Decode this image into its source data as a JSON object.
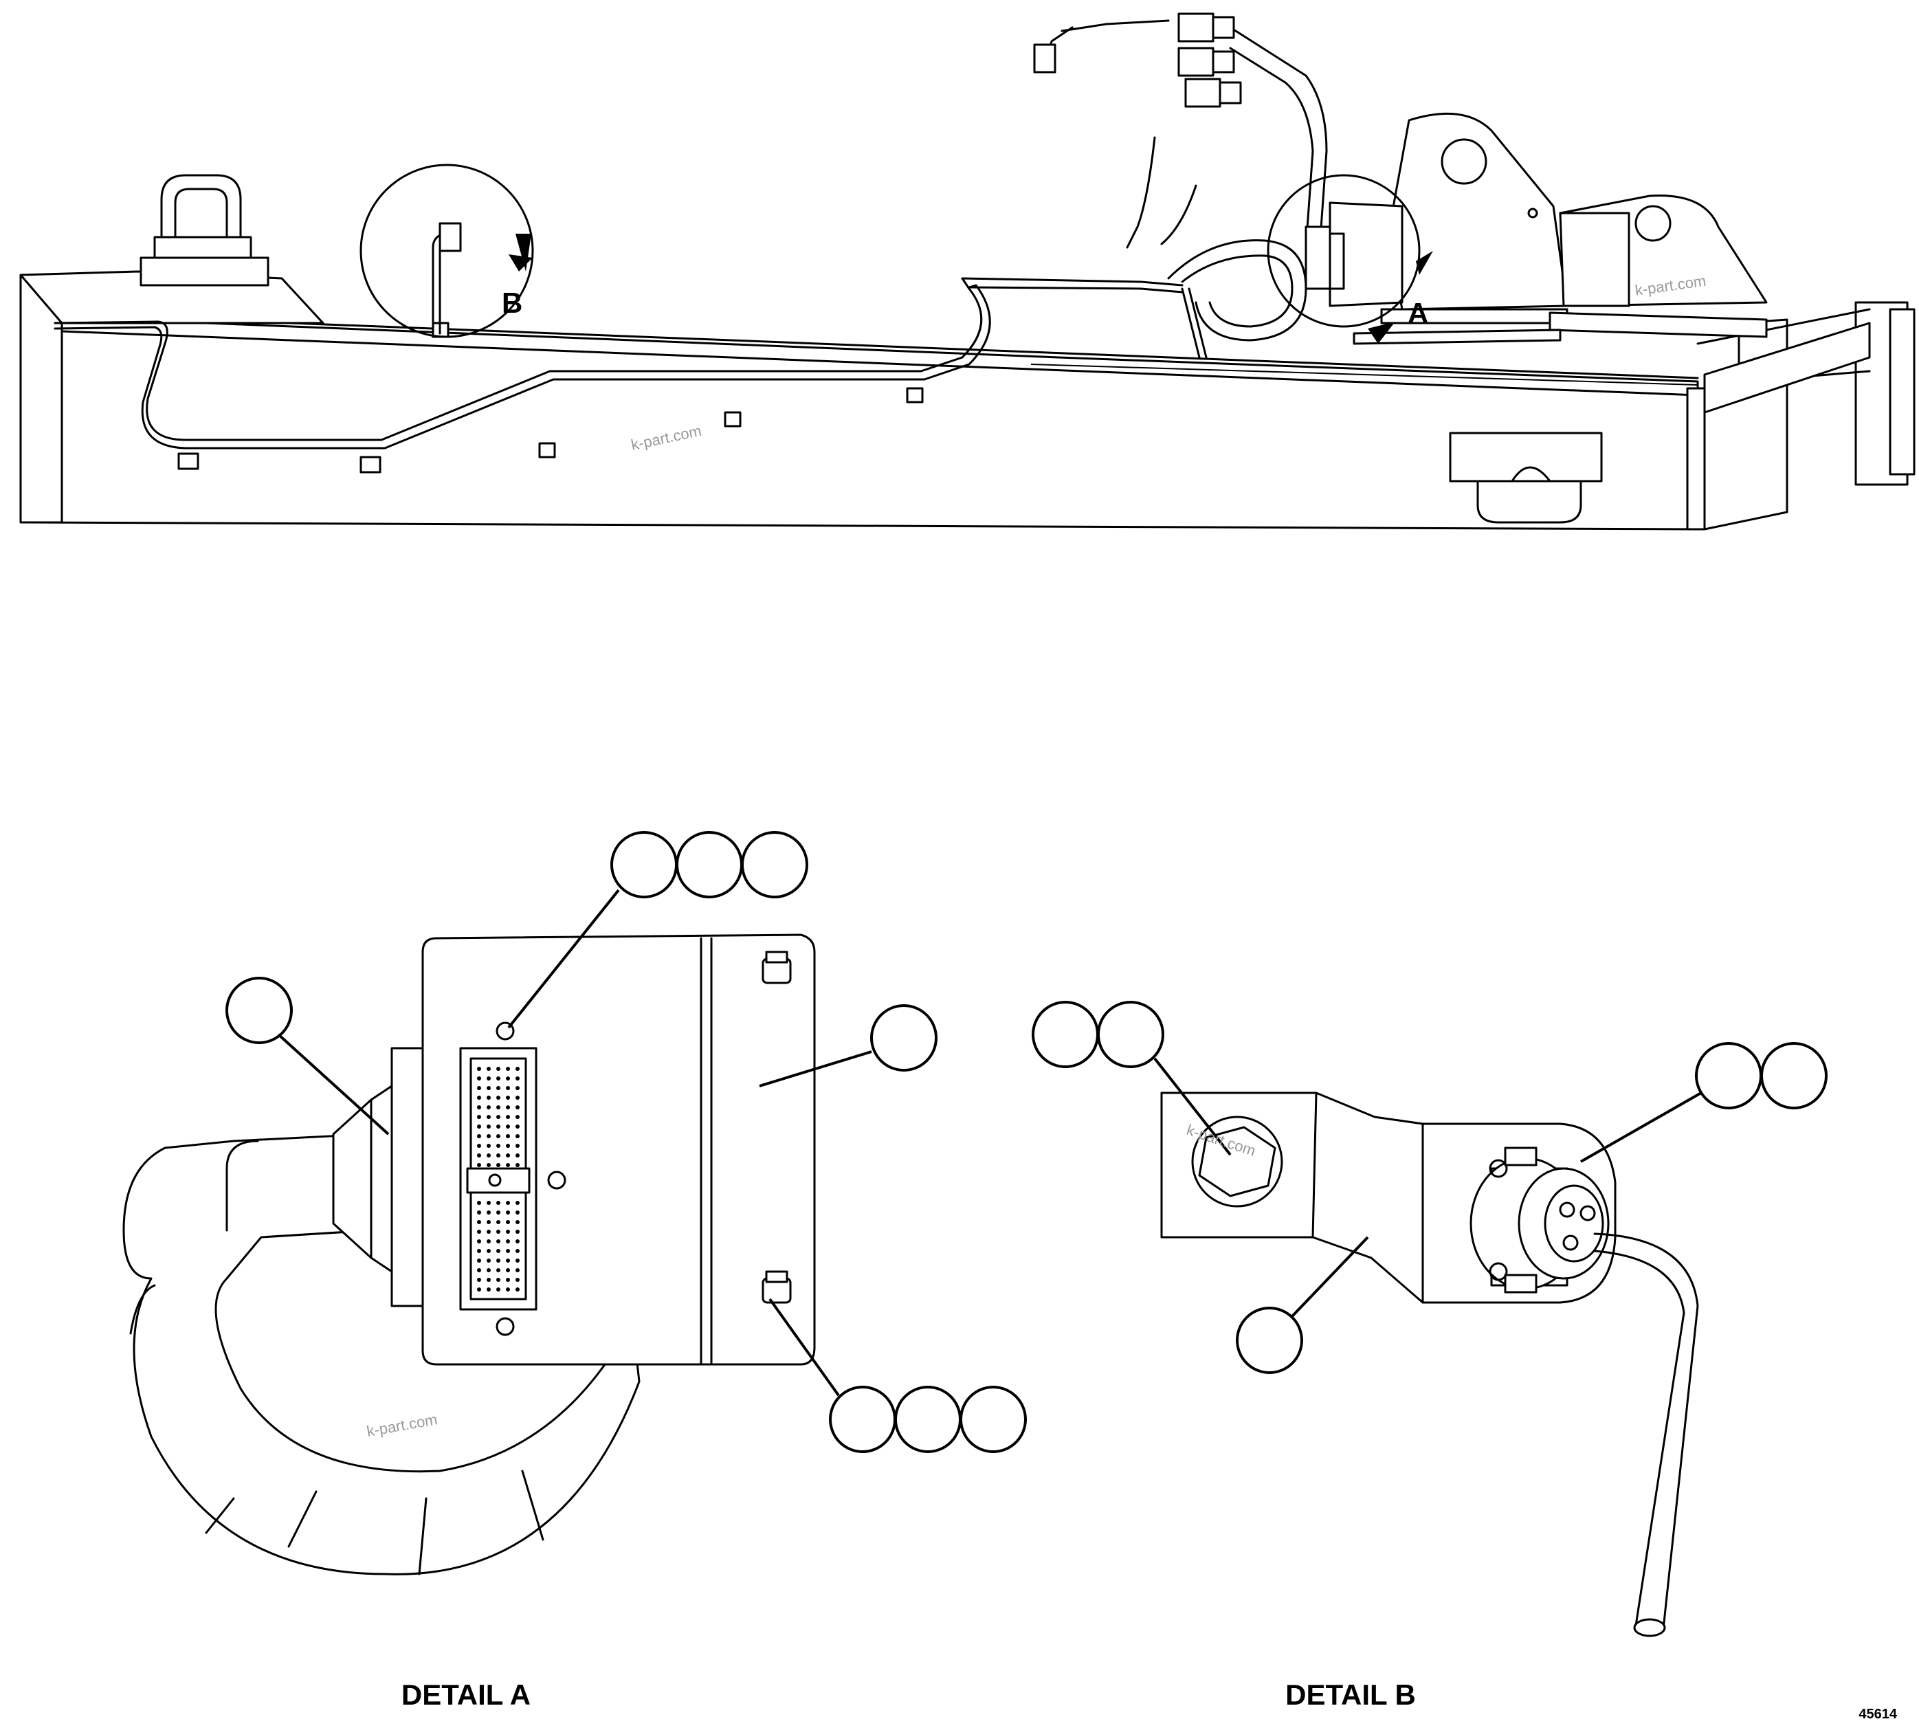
{
  "drawing_number": "45614",
  "watermark": "k-part.com",
  "detail_markers": {
    "a": "A",
    "b": "B"
  },
  "details": {
    "a": {
      "title": "DETAIL A"
    },
    "b": {
      "title": "DETAIL B"
    }
  }
}
